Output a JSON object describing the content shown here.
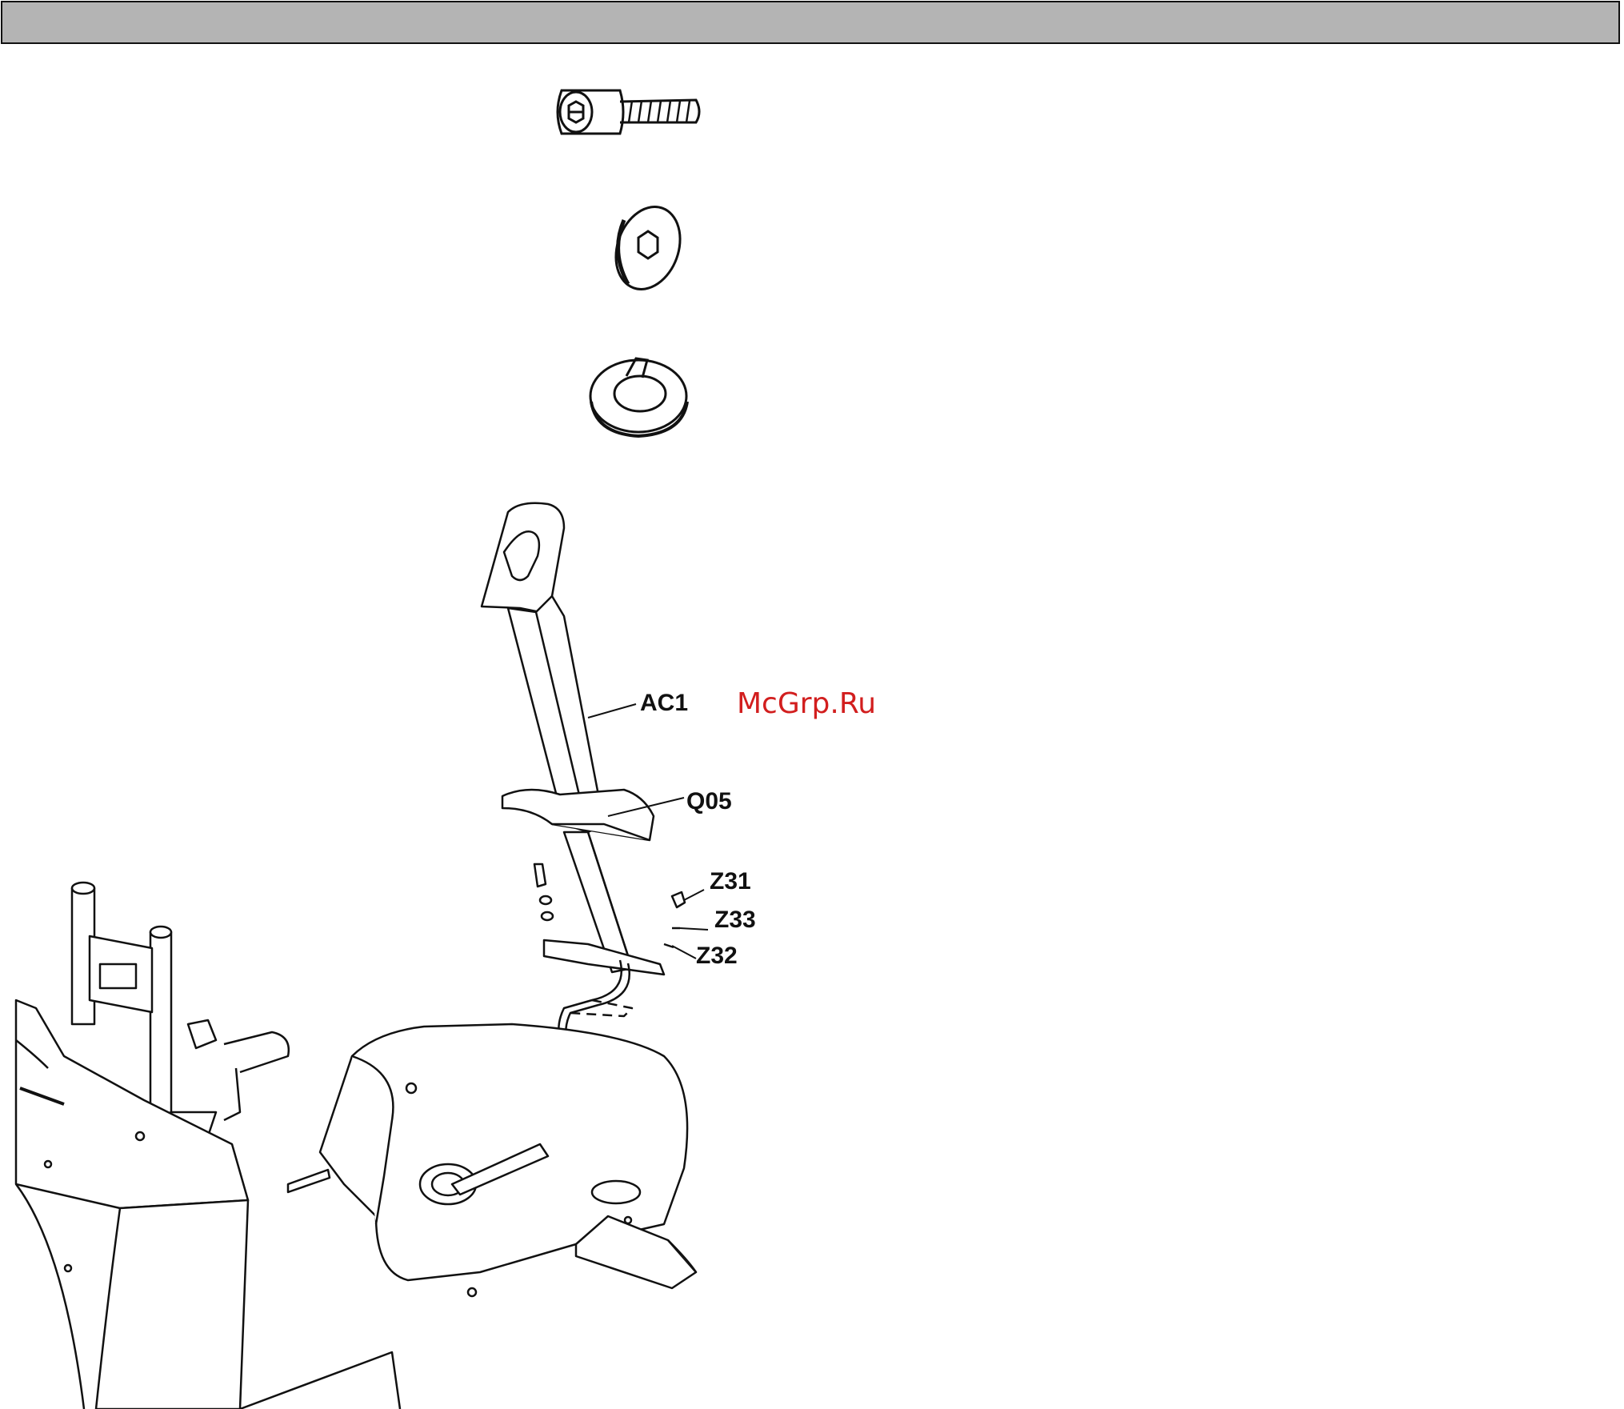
{
  "header": {
    "bar_color": "#b4b4b4"
  },
  "hardware_icons": [
    {
      "name": "socket-head-bolt"
    },
    {
      "name": "flat-washer"
    },
    {
      "name": "split-lock-washer"
    }
  ],
  "callouts": {
    "ac1": "AC1",
    "q05": "Q05",
    "z31": "Z31",
    "z33": "Z33",
    "z32": "Z32"
  },
  "watermark": {
    "text": "McGrp.Ru",
    "color": "#d21e1e"
  }
}
